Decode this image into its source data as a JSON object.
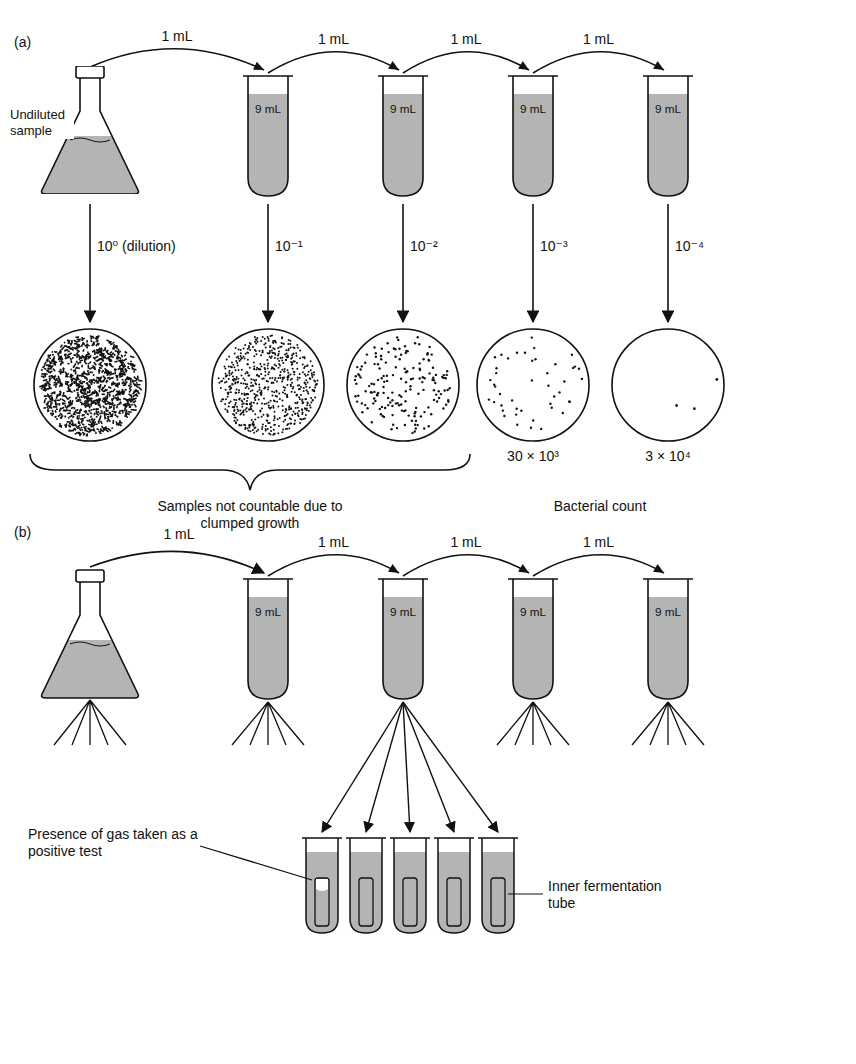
{
  "diagram": {
    "nodes": [
      {
        "text": [
          "Undiluted sample"
        ]
      },
      {
        "text": [
          "9 mL"
        ]
      },
      {
        "text": [
          "9 mL"
        ]
      },
      {
        "text": [
          "9 mL"
        ]
      },
      {
        "text": [
          "9 mL"
        ]
      },
      {
        "text": [
          "9 mL"
        ]
      },
      {
        "text": [
          "9 mL"
        ]
      },
      {
        "text": [
          "9 mL"
        ]
      },
      {
        "text": [
          "9 mL"
        ]
      }
    ],
    "edges": [
      {
        "from": 0,
        "to": 1,
        "arrow": "to",
        "label": "1 mL"
      },
      {
        "from": 1,
        "to": 2,
        "arrow": "to",
        "label": "1 mL"
      },
      {
        "from": 2,
        "to": 3,
        "arrow": "to",
        "label": "1 mL"
      },
      {
        "from": 3,
        "to": 4,
        "arrow": "to",
        "label": "1 mL"
      },
      {
        "from": 5,
        "to": 6,
        "arrow": "to",
        "label": "1 mL"
      },
      {
        "from": 6,
        "to": 7,
        "arrow": "to",
        "label": "1 mL"
      },
      {
        "from": 7,
        "to": 8,
        "arrow": "to",
        "label": "1 mL"
      }
    ],
    "labels": [
      "(a)",
      "10⁰ (dilution)",
      "10⁻¹",
      "10⁻²",
      "10⁻³",
      "10⁻⁴",
      "30 × 10³",
      "3 × 10⁴",
      "Samples not countable due to clumped growth",
      "Bacterial count",
      "(b)",
      "1 mL",
      "Presence of gas taken as a positive test",
      "Inner fermentation tube"
    ]
  }
}
